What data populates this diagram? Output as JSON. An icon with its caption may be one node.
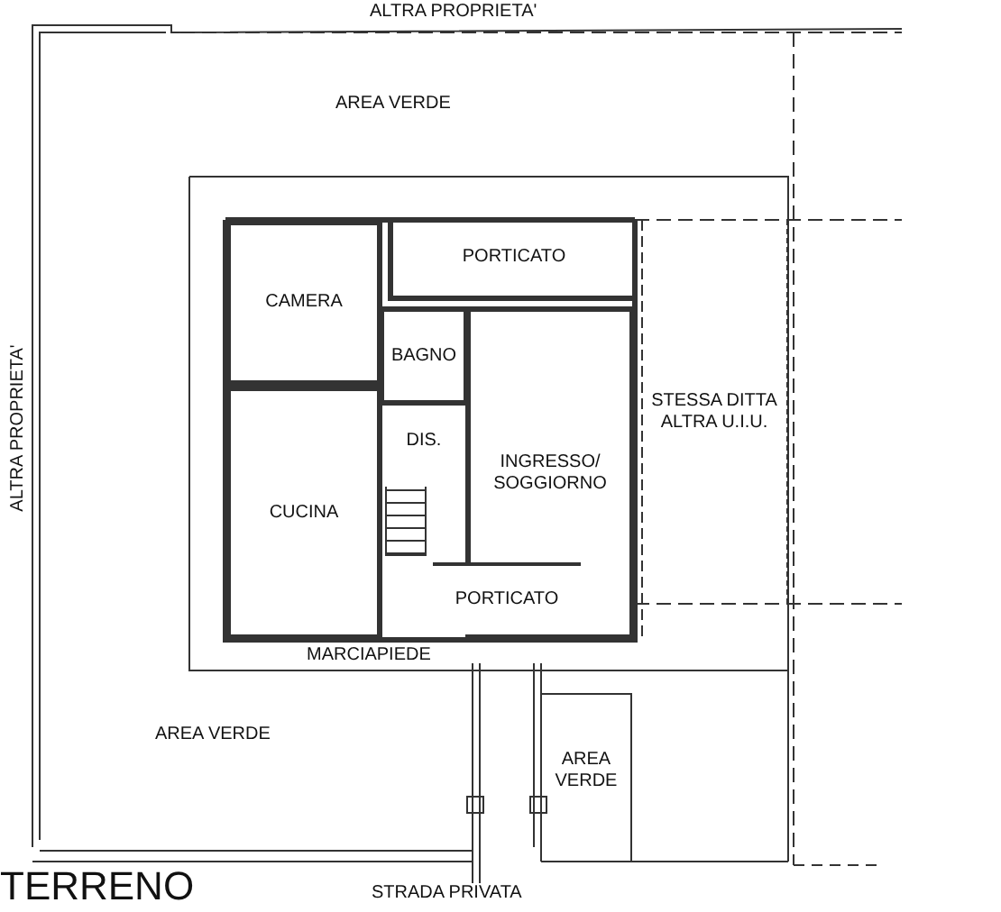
{
  "diagram": {
    "nodes": [
      {
        "text": [
          "PORTICATO"
        ]
      },
      {
        "text": [
          "CAMERA"
        ]
      },
      {
        "text": [
          "BAGNO"
        ]
      },
      {
        "text": [
          "DIS."
        ]
      },
      {
        "text": [
          "INGRESSO/ SOGGIORNO"
        ]
      },
      {
        "text": [
          "CUCINA"
        ]
      },
      {
        "text": [
          "PORTICATO"
        ]
      },
      {
        "text": [
          "STESSA DITTA ALTRA U.I.U."
        ]
      },
      {
        "text": [
          "AREA VERDE"
        ]
      }
    ],
    "labels": [
      "ALTRA PROPRIETA'",
      "AREA VERDE",
      "ALTRA PROPRIETA'",
      "MARCIAPIEDE",
      "AREA VERDE",
      "TERRENO",
      "STRADA PRIVATA"
    ]
  }
}
